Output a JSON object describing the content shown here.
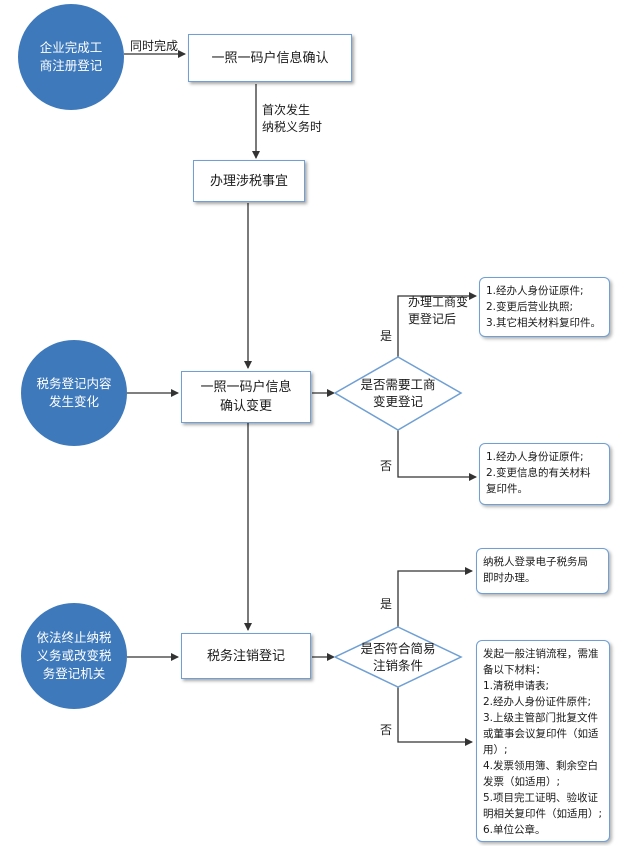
{
  "colors": {
    "circle": "#3e79bb",
    "box_border": "#6f9fd3",
    "connector": "#333333"
  },
  "start_nodes": [
    {
      "id": "registration",
      "lines": [
        "企业完成工",
        "商注册登记"
      ]
    },
    {
      "id": "change",
      "lines": [
        "税务登记内容",
        "发生变化"
      ]
    },
    {
      "id": "termination",
      "lines": [
        "依法终止纳税",
        "义务或改变税",
        "务登记机关"
      ]
    }
  ],
  "process_boxes": [
    {
      "id": "info-confirm",
      "lines": [
        "一照一码户信息确认"
      ]
    },
    {
      "id": "tax-matters",
      "lines": [
        "办理涉税事宜"
      ]
    },
    {
      "id": "info-change",
      "lines": [
        "一照一码户信息",
        "确认变更"
      ]
    },
    {
      "id": "deregistration",
      "lines": [
        "税务注销登记"
      ]
    }
  ],
  "decisions": [
    {
      "id": "need-change",
      "lines": [
        "是否需要工商",
        "变更登记"
      ]
    },
    {
      "id": "simple-cancel",
      "lines": [
        "是否符合简易",
        "注销条件"
      ]
    }
  ],
  "edge_labels": {
    "simultaneous": "同时完成",
    "first_tax": [
      "首次发生",
      "纳税义务时"
    ],
    "after_change": [
      "办理工商变",
      "更登记后"
    ],
    "yes_1": "是",
    "no_1": "否",
    "yes_2": "是",
    "no_2": "否"
  },
  "notes": {
    "changed_docs": [
      "1.经办人身份证原件;",
      "2.变更后营业执照;",
      "3.其它相关材料复印件。"
    ],
    "unchanged_docs": [
      "1.经办人身份证原件;",
      "2.变更信息的有关材料",
      "复印件。"
    ],
    "e_tax": [
      "纳税人登录电子税务局",
      "即时办理。"
    ],
    "general_cancel": [
      "发起一般注销流程，需准",
      "备以下材料：",
      "1.清税申请表;",
      "2.经办人身份证件原件;",
      "3.上级主管部门批复文件",
      "或董事会议复印件（如适",
      "用）;",
      "4.发票领用簿、剩余空白",
      "发票（如适用）;",
      "5.项目完工证明、验收证",
      "明相关复印件（如适用）;",
      "6.单位公章。"
    ]
  }
}
